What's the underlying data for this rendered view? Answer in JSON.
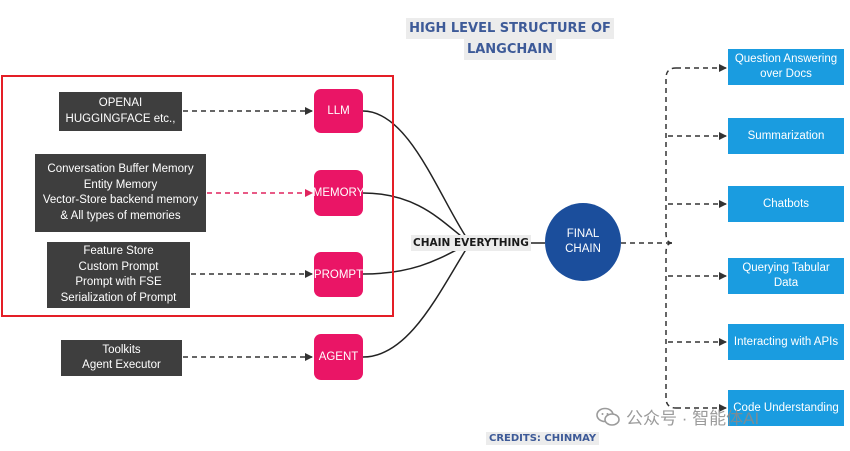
{
  "title": {
    "line1": "HIGH LEVEL STRUCTURE OF",
    "line2": "LANGCHAIN"
  },
  "sources": {
    "llm_sources": [
      "OPENAI",
      "HUGGINGFACE etc.,"
    ],
    "memory_sources": [
      "Conversation Buffer Memory",
      "Entity Memory",
      "Vector-Store backend memory",
      "& All types of memories"
    ],
    "prompt_sources": [
      "Feature Store",
      "Custom Prompt",
      "Prompt with FSE",
      "Serialization of Prompt"
    ],
    "agent_sources": [
      "Toolkits",
      "Agent Executor"
    ]
  },
  "components": {
    "llm": "LLM",
    "memory": "MEMORY",
    "prompt": "PROMPT",
    "agent": "AGENT"
  },
  "chain_label": "CHAIN EVERYTHING",
  "final_chain": [
    "FINAL",
    "CHAIN"
  ],
  "outputs": [
    [
      "Question Answering",
      "over Docs"
    ],
    [
      "Summarization"
    ],
    [
      "Chatbots"
    ],
    [
      "Querying Tabular",
      "Data"
    ],
    [
      "Interacting with APIs"
    ],
    [
      "Code Understanding"
    ]
  ],
  "credits": "CREDITS: CHINMAY",
  "watermark": "公众号 · 智能体AI",
  "colors": {
    "source_box": "#3e3e3e",
    "component_box": "#ea1566",
    "final_chain": "#1b4e9c",
    "output_box": "#1a9ce0",
    "frame": "#e41e26",
    "title": "#3d5a98",
    "memory_arrow": "#e0245e"
  }
}
